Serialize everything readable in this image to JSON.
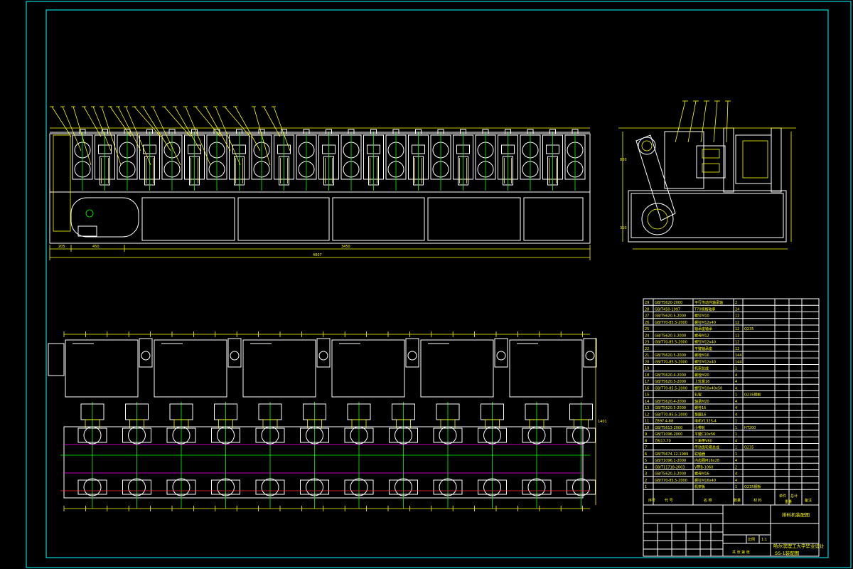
{
  "title_block": {
    "drawing_name": "排料机装配图",
    "school": "哈尔滨理工大学毕业设计",
    "drawing_no": "SS-1装配图",
    "scale_label": "比例",
    "scale_value": "1:1",
    "sheet_text": "共 张 第 张"
  },
  "bom_headers": {
    "seq": "序号",
    "code": "代 号",
    "name": "名 称",
    "qty": "数量",
    "material": "材 料",
    "unit_weight": "单件",
    "total_weight": "总计",
    "weight": "重量",
    "remark": "备注"
  },
  "bom_rows": [
    {
      "seq": "29",
      "code": "GB/T5620-2000",
      "name": "平行传动件轴承轴",
      "qty": "2",
      "mat": ""
    },
    {
      "seq": "28",
      "code": "GB/T450-1997",
      "name": "T70规格轴承",
      "qty": "24",
      "mat": ""
    },
    {
      "seq": "27",
      "code": "GB/T5620.5-2000",
      "name": "螺钉M10",
      "qty": "12",
      "mat": ""
    },
    {
      "seq": "26",
      "code": "GB/T70-85.5-2000",
      "name": "螺钉M12x40",
      "qty": "12",
      "mat": ""
    },
    {
      "seq": "25",
      "code": "",
      "name": "轴承座轴承",
      "qty": "12",
      "mat": "Q235"
    },
    {
      "seq": "24",
      "code": "GB/T5620.3-2000",
      "name": "螺母M12",
      "qty": "12",
      "mat": ""
    },
    {
      "seq": "23",
      "code": "GB/T70-85.5-2000",
      "name": "螺钉M12x40",
      "qty": "12",
      "mat": ""
    },
    {
      "seq": "22",
      "code": "",
      "name": "平键轴承座",
      "qty": "12",
      "mat": ""
    },
    {
      "seq": "21",
      "code": "GB/T5620.5-2000",
      "name": "螺栓M16",
      "qty": "144",
      "mat": ""
    },
    {
      "seq": "20",
      "code": "GB/T70-85.5-2000",
      "name": "螺钉M12x40",
      "qty": "144",
      "mat": ""
    },
    {
      "seq": "19",
      "code": "",
      "name": "机架总成",
      "qty": "1",
      "mat": ""
    },
    {
      "seq": "18",
      "code": "GB/T5620.4-2000",
      "name": "螺栓M20",
      "qty": "4",
      "mat": ""
    },
    {
      "seq": "17",
      "code": "GB/T5620.5-2000",
      "name": "上轧辊16",
      "qty": "4",
      "mat": ""
    },
    {
      "seq": "16",
      "code": "GB/T70-85.5-2000",
      "name": "螺钉M10x40x50",
      "qty": "4",
      "mat": ""
    },
    {
      "seq": "15",
      "code": "",
      "name": "轧辊",
      "qty": "1",
      "mat": "Q235钢板"
    },
    {
      "seq": "14",
      "code": "GB/T5620.4-2000",
      "name": "轴承M20",
      "qty": "4",
      "mat": ""
    },
    {
      "seq": "13",
      "code": "GB/T5620.5-2000",
      "name": "螺栓16",
      "qty": "4",
      "mat": ""
    },
    {
      "seq": "12",
      "code": "GB/T70-85.5-2000",
      "name": "垫圈16",
      "qty": "4",
      "mat": ""
    },
    {
      "seq": "11",
      "code": "ZB97.4-88",
      "name": "电机Y132S-4",
      "qty": "1",
      "mat": ""
    },
    {
      "seq": "10",
      "code": "GB/T5613-2000",
      "name": "小带轮",
      "qty": "1",
      "mat": "HT200"
    },
    {
      "seq": "9",
      "code": "GB/T1096-2000",
      "name": "平键C10x56",
      "qty": "1",
      "mat": ""
    },
    {
      "seq": "8",
      "code": "ZBJ17-70",
      "name": "三角带V80",
      "qty": "4",
      "mat": ""
    },
    {
      "seq": "7",
      "code": "",
      "name": "传动齿轮箱总成",
      "qty": "1",
      "mat": "Q235"
    },
    {
      "seq": "6",
      "code": "GB/T5674.12-1989",
      "name": "联轴器",
      "qty": "1",
      "mat": ""
    },
    {
      "seq": "5",
      "code": "GB/T1096.1-2000",
      "name": "内齿圈M16x28",
      "qty": "4",
      "mat": ""
    },
    {
      "seq": "4",
      "code": "GB/T11718-2003",
      "name": "V带B-1060",
      "qty": "2",
      "mat": ""
    },
    {
      "seq": "3",
      "code": "GB/T5620.3-2000",
      "name": "螺母M16",
      "qty": "4",
      "mat": ""
    },
    {
      "seq": "2",
      "code": "GB/T70-85.5-2000",
      "name": "螺钉M16x40",
      "qty": "4",
      "mat": ""
    },
    {
      "seq": "1",
      "code": "",
      "name": "机架板",
      "qty": "1",
      "mat": "Q235钢板"
    }
  ],
  "dims_front": {
    "overall": "4007",
    "left": "205",
    "seg1": "450",
    "seg2": "3450"
  },
  "dims_side": {
    "h1": "800",
    "h2": "310"
  },
  "dims_plan": {
    "height": "1401"
  },
  "colors": {
    "border": "#00ffff",
    "outline": "#ffffff",
    "detail": "#ffff00",
    "center": "#00ff00",
    "hidden": "#ff00ff"
  }
}
